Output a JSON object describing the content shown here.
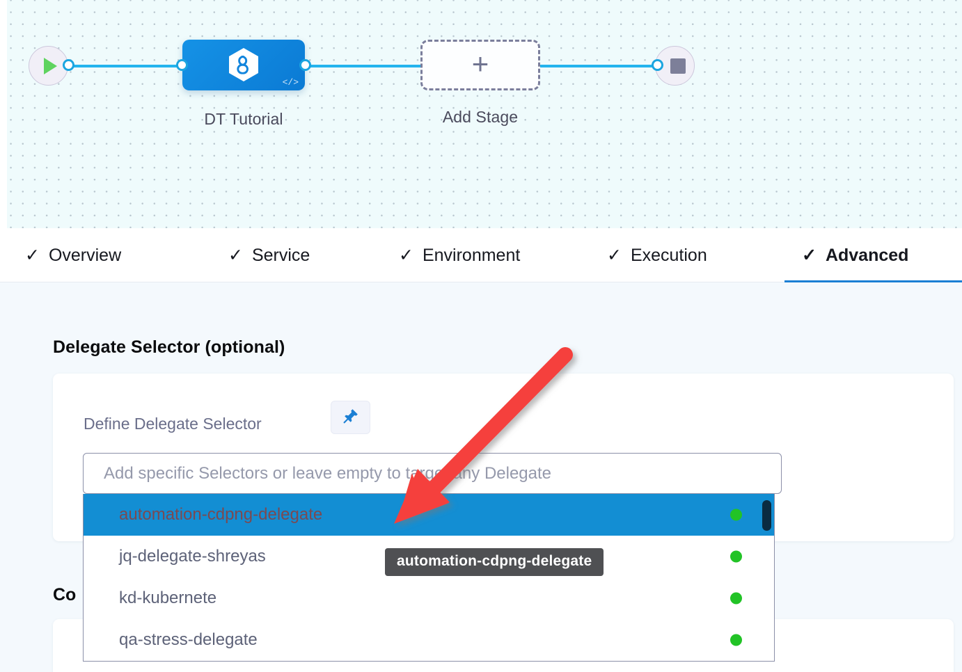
{
  "pipeline": {
    "start_node": {
      "icon": "play-icon"
    },
    "end_node": {
      "icon": "stop-icon"
    },
    "stage": {
      "label": "DT Tutorial",
      "icon": "harness-hexagon-icon",
      "badge_icon": "code-icon"
    },
    "add_stage": {
      "label": "Add Stage",
      "icon": "plus-icon"
    }
  },
  "tabs": [
    {
      "label": "Overview",
      "check": "✓",
      "active": false
    },
    {
      "label": "Service",
      "check": "✓",
      "active": false
    },
    {
      "label": "Environment",
      "check": "✓",
      "active": false
    },
    {
      "label": "Execution",
      "check": "✓",
      "active": false
    },
    {
      "label": "Advanced",
      "check": "✓",
      "active": true
    }
  ],
  "content": {
    "section_title": "Delegate Selector (optional)",
    "obscured_heading": "Co",
    "field_label": "Define Delegate Selector",
    "pin_icon": "pushpin-icon"
  },
  "dropdown": {
    "placeholder": "Add specific Selectors or leave empty to target any Delegate",
    "value": "",
    "items": [
      {
        "label": "automation-cdpng-delegate",
        "status": "connected",
        "selected": true
      },
      {
        "label": "jq-delegate-shreyas",
        "status": "connected",
        "selected": false
      },
      {
        "label": "kd-kubernete",
        "status": "connected",
        "selected": false
      },
      {
        "label": "qa-stress-delegate",
        "status": "connected",
        "selected": false
      }
    ],
    "scrollbar": "vertical-scrollbar-thumb"
  },
  "tooltip": {
    "text": "automation-cdpng-delegate"
  },
  "annotation": {
    "type": "red-arrow",
    "points_to": "automation-cdpng-delegate"
  },
  "colors": {
    "accent_blue": "#138ed3",
    "tab_active_underline": "#1b7fd4",
    "canvas_bg": "#effbfc",
    "content_bg": "#f4f9fd",
    "status_green": "#22c326",
    "annotation_red": "#f5403c",
    "tooltip_bg": "#4f5053"
  }
}
